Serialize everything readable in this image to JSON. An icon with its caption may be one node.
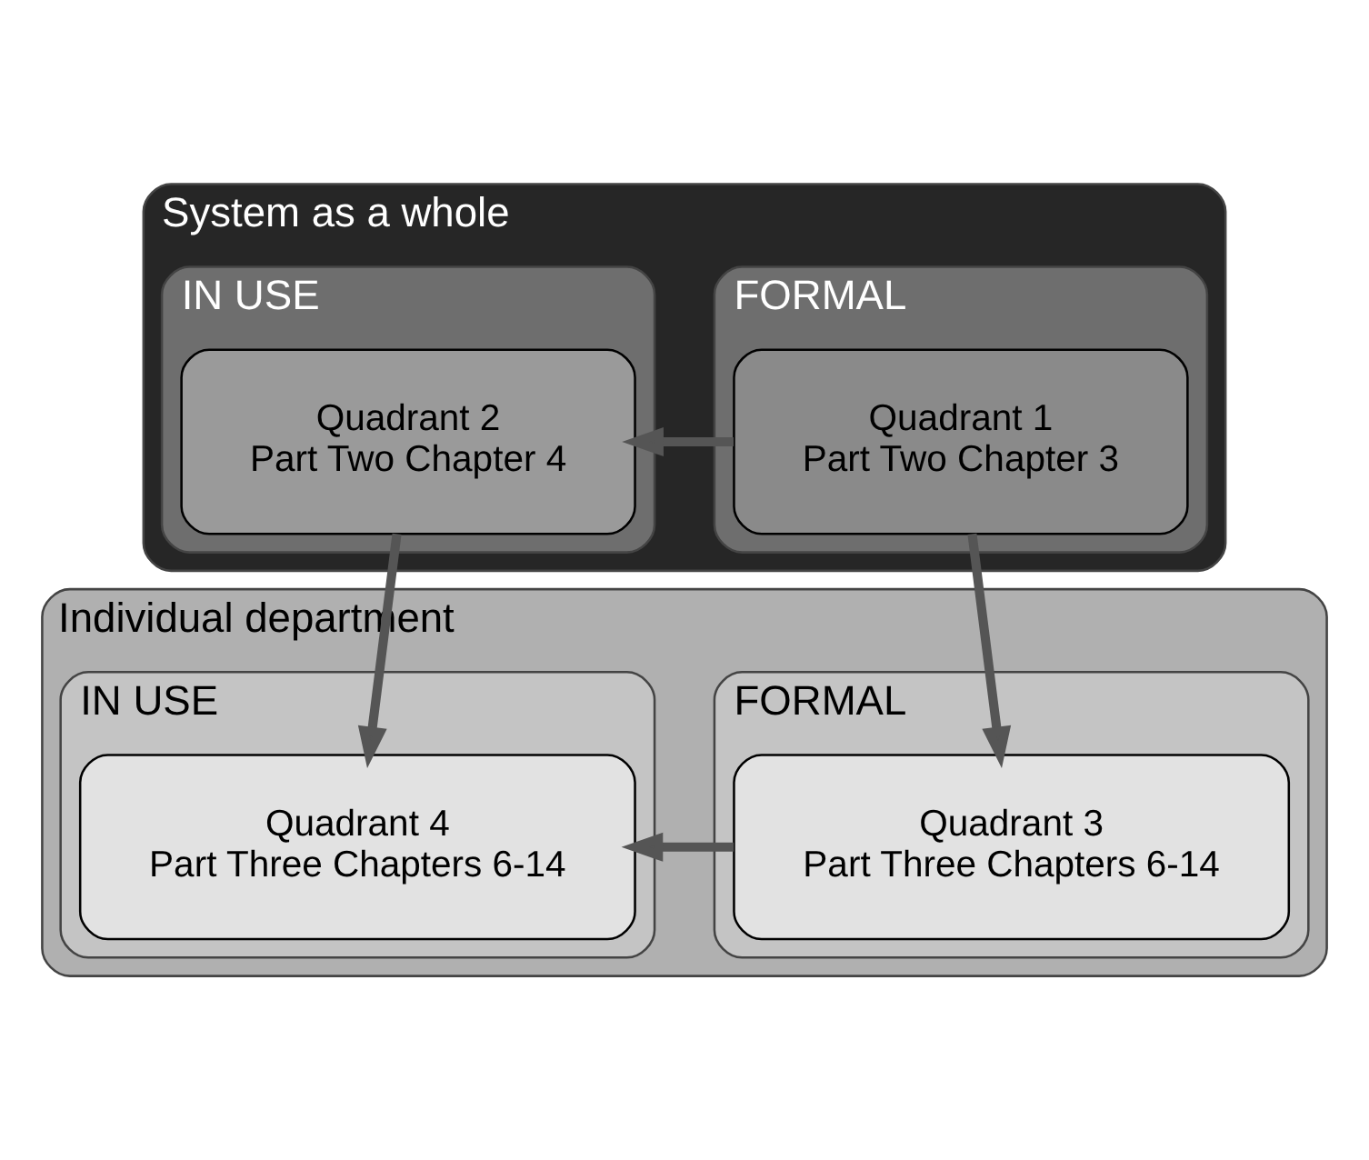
{
  "diagram": {
    "nodes": [
      {
        "text": [
          "System as a whole"
        ]
      },
      {
        "text": [
          "FORMAL"
        ],
        "in": 0
      },
      {
        "text": [
          "Quadrant 1",
          "Part Two Chapter 3"
        ],
        "in": 1
      },
      {
        "text": [
          "IN USE"
        ],
        "in": 0
      },
      {
        "text": [
          "Quadrant 2",
          "Part Two Chapter 4"
        ],
        "in": 3
      },
      {
        "text": [
          "Individual department"
        ]
      },
      {
        "text": [
          "FORMAL"
        ],
        "in": 5
      },
      {
        "text": [
          "Quadrant 3",
          "Part Three Chapters 6-14"
        ],
        "in": 6
      },
      {
        "text": [
          "IN USE"
        ],
        "in": 5
      },
      {
        "text": [
          "Quadrant 4",
          "Part Three Chapters 6-14"
        ],
        "in": 8
      }
    ],
    "edges": [
      {
        "from": 2,
        "to": 4,
        "arrow": "to"
      },
      {
        "from": 2,
        "to": 7,
        "arrow": "to"
      },
      {
        "from": 4,
        "to": 9,
        "arrow": "to"
      },
      {
        "from": 7,
        "to": 9,
        "arrow": "to"
      }
    ]
  }
}
